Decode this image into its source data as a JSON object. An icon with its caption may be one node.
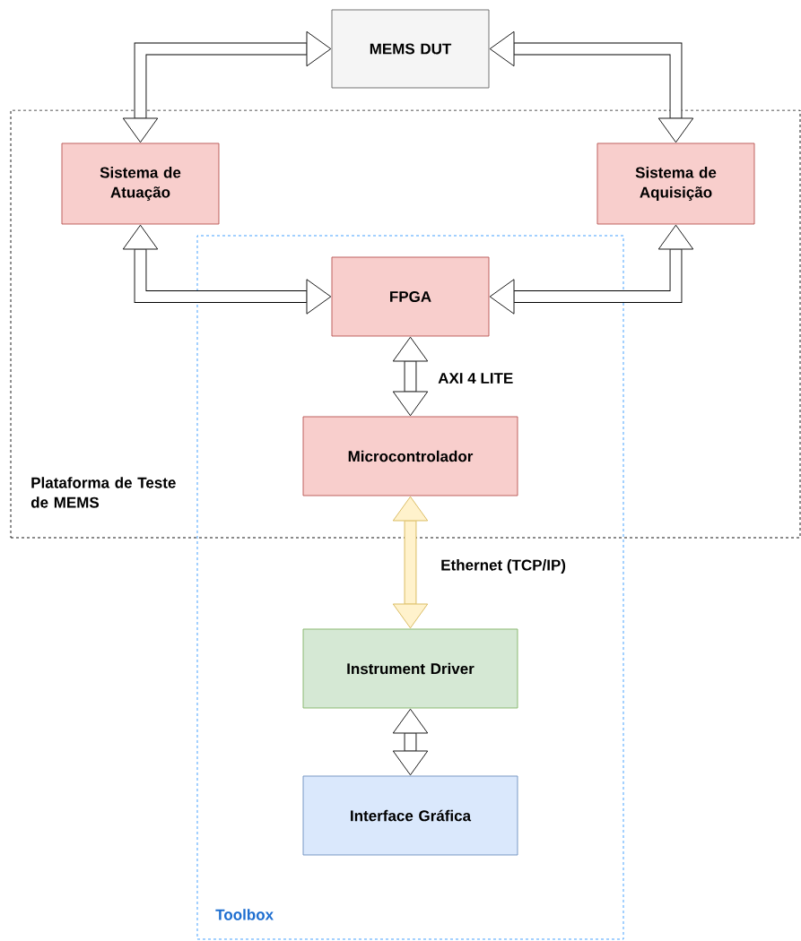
{
  "diagram": {
    "nodes": [
      {
        "text": [
          "MEMS DUT"
        ]
      },
      {
        "text": [
          "Plataforma de Teste de MEMS"
        ]
      },
      {
        "text": [
          "Sistema de Atuação"
        ],
        "in": 1
      },
      {
        "text": [
          "Sistema de Aquisição"
        ],
        "in": 1
      },
      {
        "text": [
          "Toolbox"
        ]
      },
      {
        "text": [
          "FPGA"
        ]
      },
      {
        "text": [
          "Microcontrolador"
        ]
      },
      {
        "text": [
          "Instrument Driver"
        ],
        "in": 4
      },
      {
        "text": [
          "Interface Gráfica"
        ],
        "in": 4
      }
    ],
    "edges": [
      {
        "from": 2,
        "to": 0,
        "arrow": "both"
      },
      {
        "from": 3,
        "to": 0,
        "arrow": "both"
      },
      {
        "from": 2,
        "to": 5,
        "arrow": "both"
      },
      {
        "from": 3,
        "to": 5,
        "arrow": "both"
      },
      {
        "from": 5,
        "to": 6,
        "arrow": "both",
        "label": "AXI 4 LITE"
      },
      {
        "from": 6,
        "to": 7,
        "arrow": "both",
        "label": "Ethernet (TCP/IP)",
        "color": "#d6b656"
      },
      {
        "from": 7,
        "to": 8,
        "arrow": "both"
      }
    ]
  }
}
